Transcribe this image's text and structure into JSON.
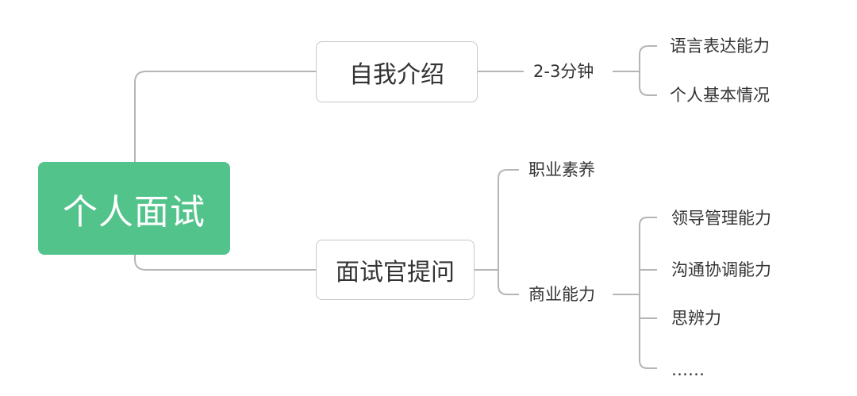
{
  "root": {
    "label": "个人面试"
  },
  "branches": {
    "self_intro": {
      "label": "自我介绍",
      "duration": "2-3分钟",
      "items": [
        "语言表达能力",
        "个人基本情况"
      ]
    },
    "interviewer_questions": {
      "label": "面试官提问",
      "professional": "职业素养",
      "business": {
        "label": "商业能力",
        "items": [
          "领导管理能力",
          "沟通协调能力",
          "思辨力",
          "……"
        ]
      }
    }
  },
  "colors": {
    "root_fill": "#52c38a",
    "line": "#b0b0b0",
    "text": "#333333"
  }
}
